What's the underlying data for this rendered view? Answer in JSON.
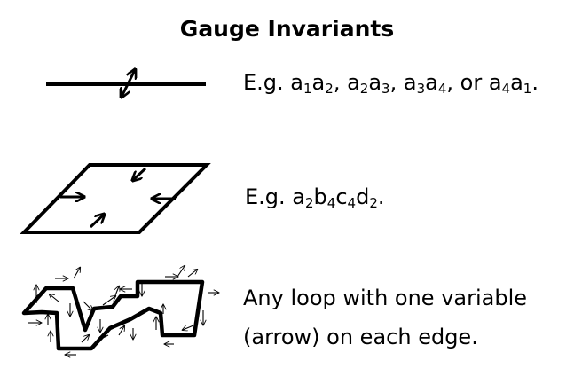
{
  "title": "Gauge Invariants",
  "rows": [
    {
      "caption_parts": [
        {
          "t": "E.g. a"
        },
        {
          "s": "1"
        },
        {
          "t": "a"
        },
        {
          "s": "2"
        },
        {
          "t": ", a"
        },
        {
          "s": "2"
        },
        {
          "t": "a"
        },
        {
          "s": "3"
        },
        {
          "t": ", a"
        },
        {
          "s": "3"
        },
        {
          "t": "a"
        },
        {
          "s": "4"
        },
        {
          "t": ", or a"
        },
        {
          "s": "4"
        },
        {
          "t": "a"
        },
        {
          "s": "1"
        },
        {
          "t": "."
        }
      ]
    },
    {
      "caption_parts": [
        {
          "t": "E.g. a"
        },
        {
          "s": "2"
        },
        {
          "t": "b"
        },
        {
          "s": "4"
        },
        {
          "t": "c"
        },
        {
          "s": "4"
        },
        {
          "t": "d"
        },
        {
          "s": "2"
        },
        {
          "t": "."
        }
      ]
    },
    {
      "caption_lines": [
        "Any loop with one variable",
        "(arrow) on each edge."
      ]
    }
  ],
  "colors": {
    "ink": "#000000",
    "background": "#ffffff"
  }
}
